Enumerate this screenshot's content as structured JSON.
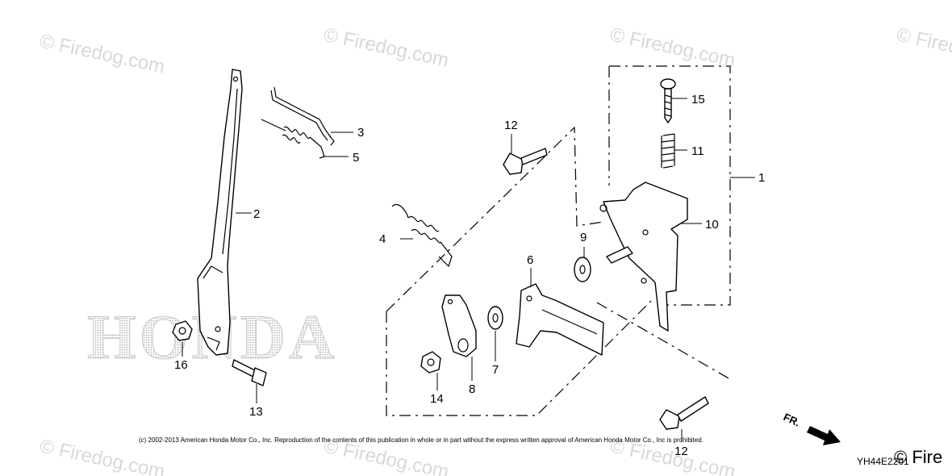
{
  "watermark": {
    "text": "© Firedog.com"
  },
  "brand_watermark": "HONDA",
  "callouts": [
    "1",
    "2",
    "3",
    "4",
    "5",
    "6",
    "7",
    "8",
    "9",
    "10",
    "11",
    "12",
    "12",
    "13",
    "14",
    "15",
    "16"
  ],
  "copyright": "(c) 2002-2013 American Honda Motor Co., Inc. Reproduction of the contents of this publication in whole or in part without the express written approval of American Honda Motor Co., Inc is prohibited.",
  "diagram_code": "YH44E2201",
  "front_indicator": "FR.",
  "corner_watermark": "© Fire"
}
